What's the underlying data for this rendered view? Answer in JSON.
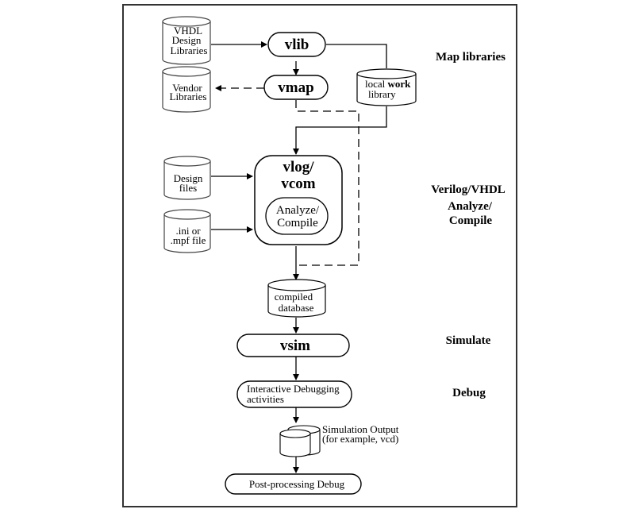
{
  "diagram": {
    "title_fragment": "",
    "stages": [
      {
        "label": "Map libraries"
      },
      {
        "label_lines": [
          "Verilog/VHDL",
          "Analyze/",
          "Compile"
        ]
      },
      {
        "label": "Simulate"
      },
      {
        "label": "Debug"
      }
    ],
    "nodes": {
      "vhdl_libs": {
        "lines": [
          "VHDL",
          "Design",
          "Libraries"
        ],
        "shape": "cylinder"
      },
      "vendor_libs": {
        "lines": [
          "Vendor",
          "Libraries"
        ],
        "shape": "cylinder"
      },
      "vlib": {
        "label": "vlib",
        "shape": "pill"
      },
      "vmap": {
        "label": "vmap",
        "shape": "pill"
      },
      "local_work": {
        "prefix": "local ",
        "bold": "work",
        "line2": "library",
        "shape": "cylinder"
      },
      "design_files": {
        "lines": [
          "Design",
          "files"
        ],
        "shape": "cylinder"
      },
      "ini_file": {
        "lines": [
          ".ini or",
          ".mpf file"
        ],
        "shape": "cylinder"
      },
      "vlog_vcom": {
        "lines": [
          "vlog/",
          "vcom"
        ],
        "shape": "rounded-rect"
      },
      "analyze_compile": {
        "lines": [
          "Analyze/",
          "Compile"
        ],
        "shape": "ellipse"
      },
      "compiled_db": {
        "lines": [
          "compiled",
          "database"
        ],
        "shape": "cylinder"
      },
      "vsim": {
        "label": "vsim",
        "shape": "pill"
      },
      "interactive_debug": {
        "lines": [
          "Interactive Debugging",
          "activities"
        ],
        "shape": "pill"
      },
      "sim_output": {
        "lines": [
          "Simulation Output",
          "(for example, vcd)"
        ],
        "shape": "double-cylinder"
      },
      "post_debug": {
        "label": "Post-processing Debug",
        "shape": "pill"
      }
    },
    "edges": [
      {
        "from": "vhdl_libs",
        "to": "vlib",
        "style": "solid"
      },
      {
        "from": "vlib",
        "to": "vmap",
        "style": "solid"
      },
      {
        "from": "vlib",
        "to": "local_work",
        "style": "solid"
      },
      {
        "from": "vmap",
        "to": "vendor_libs",
        "style": "dashed"
      },
      {
        "from": "local_work",
        "to": "vlog_vcom",
        "style": "solid"
      },
      {
        "from": "vmap",
        "to": "compiled_db",
        "style": "dashed"
      },
      {
        "from": "design_files",
        "to": "vlog_vcom",
        "style": "solid"
      },
      {
        "from": "ini_file",
        "to": "vlog_vcom",
        "style": "solid"
      },
      {
        "from": "vlog_vcom",
        "to": "compiled_db",
        "style": "solid"
      },
      {
        "from": "compiled_db",
        "to": "vsim",
        "style": "solid"
      },
      {
        "from": "vsim",
        "to": "interactive_debug",
        "style": "solid"
      },
      {
        "from": "interactive_debug",
        "to": "sim_output",
        "style": "solid"
      },
      {
        "from": "sim_output",
        "to": "post_debug",
        "style": "solid"
      }
    ]
  }
}
